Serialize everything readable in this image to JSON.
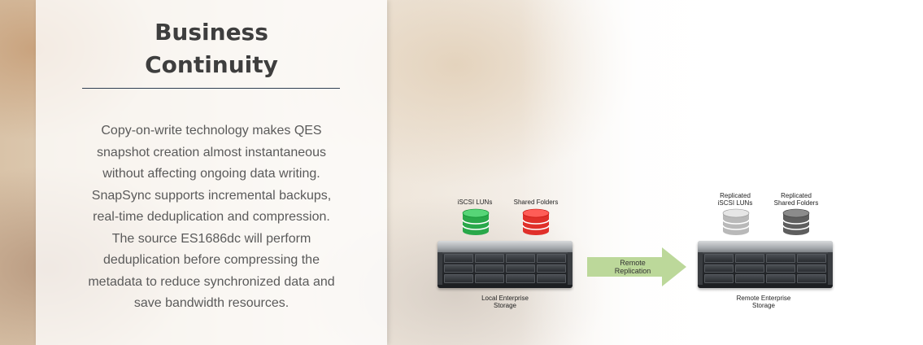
{
  "section": {
    "title_line1": "Business",
    "title_line2": "Continuity",
    "description": "Copy-on-write technology makes QES snapshot creation almost instantaneous without affecting ongoing data writing. SnapSync supports incremental backups, real-time deduplication and compression. The source ES1686dc will perform deduplication before compressing the metadata to reduce synchronized data and save bandwidth resources."
  },
  "diagram": {
    "local": {
      "lun_label": "iSCSI LUNs",
      "folder_label": "Shared Folders",
      "storage_label_line1": "Local Enterprise",
      "storage_label_line2": "Storage",
      "lun_color": "#29a84a",
      "folder_color": "#e0302a"
    },
    "arrow": {
      "label_line1": "Remote",
      "label_line2": "Replication",
      "color": "#bcd89a"
    },
    "remote": {
      "lun_label_line1": "Replicated",
      "lun_label_line2": "iSCSI LUNs",
      "folder_label_line1": "Replicated",
      "folder_label_line2": "Shared Folders",
      "storage_label_line1": "Remote Enterprise",
      "storage_label_line2": "Storage",
      "lun_color": "#b9b9b9",
      "folder_color": "#5e5e5e"
    }
  }
}
